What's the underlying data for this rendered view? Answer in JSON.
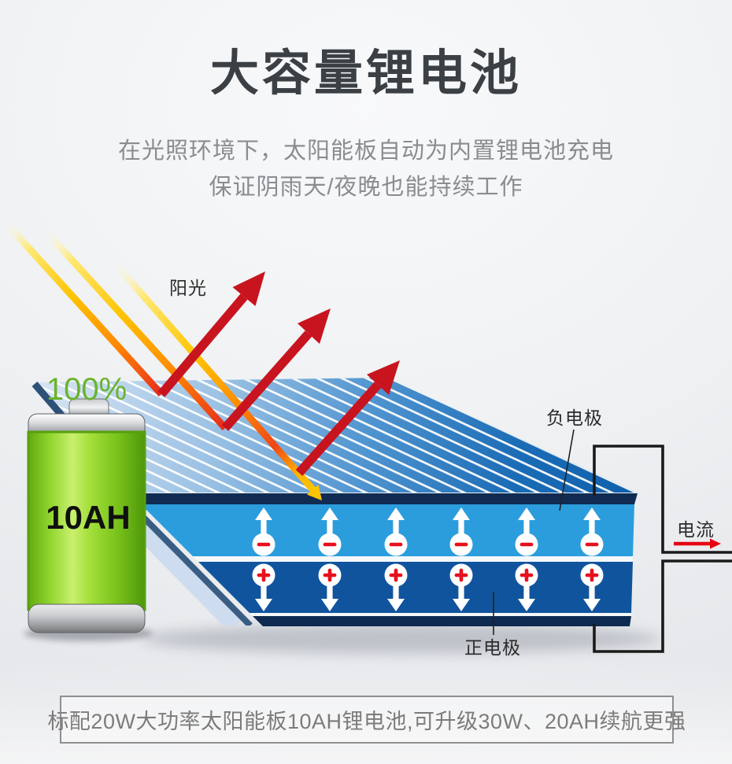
{
  "header": {
    "title": "大容量锂电池",
    "subtitle_line1": "在光照环境下，太阳能板自动为内置锂电池充电",
    "subtitle_line2": "保证阴雨天/夜晚也能持续工作"
  },
  "diagram": {
    "sunlight_label": "阳光",
    "battery": {
      "charge_percent": "100%",
      "capacity": "10AH"
    },
    "negative_electrode_label": "负电极",
    "positive_electrode_label": "正电极",
    "current_label": "电流"
  },
  "footer": {
    "note": "标配20W大功率太阳能板10AH锂电池,可升级30W、20AH续航更强"
  },
  "colors": {
    "panel_deep_blue": "#1061ab",
    "panel_pale_blue": "#d4e2f2",
    "negative_layer_blue": "#2b9ddd",
    "positive_layer_blue": "#10549e",
    "edge_navy": "#102c52",
    "electron_red": "#e8101c",
    "arrow_red": "#c8141f",
    "ray_yellow": "#ffc400",
    "battery_green": "#8fd42c",
    "current_red": "#e60012",
    "title_dark": "#3b4045",
    "text_gray": "#898d91"
  }
}
